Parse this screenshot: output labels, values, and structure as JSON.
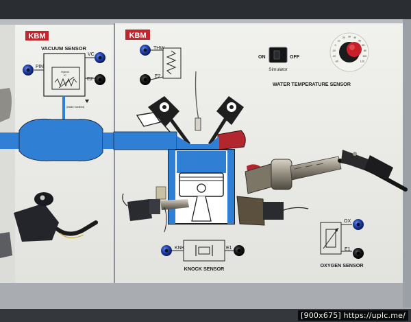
{
  "left_panel": {
    "logo": "KBM",
    "title": "VACUUM SENSOR",
    "pim": "PIM",
    "vc": "VC",
    "e2": "E2",
    "inner_hybrid": "Hybrid",
    "inner_ic": "IC",
    "inner_intake": "(Intake manifold)"
  },
  "main_panel": {
    "logo": "KBM",
    "thw": "THW",
    "e2": "E2",
    "switch_on": "ON",
    "switch_off": "OFF",
    "switch_caption": "Simulator",
    "water_temp_title": "WATER TEMPERATURE SENSOR",
    "dial_ticks": [
      "-30",
      "-20",
      "-10",
      "0",
      "10",
      "20",
      "30",
      "40",
      "50",
      "60",
      "80",
      "100",
      "120"
    ],
    "knk": "KNK",
    "e1_knock": "E1",
    "knock_title": "KNOCK SENSOR",
    "ox": "OX",
    "e1_oxygen": "E1",
    "oxygen_title": "OXYGEN SENSOR"
  },
  "watermark": "[900x675] https://uplc.me/",
  "colors": {
    "panel": "#ecede8",
    "air_blue": "#2f7fd4",
    "exhaust_red": "#b2262e",
    "logo_red": "#c0262c",
    "jack_blue": "#1e3fa8",
    "jack_black": "#1a1a1a",
    "frame": "#b9bcc0"
  }
}
